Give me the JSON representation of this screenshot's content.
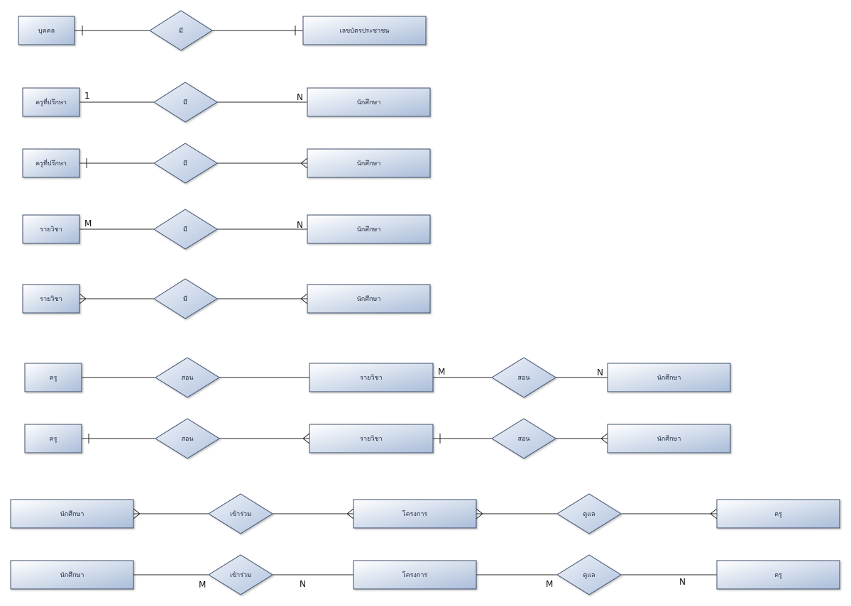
{
  "diagram": {
    "rows": [
      {
        "entities": [
          "บุคคล",
          "เลขบัตรประชาชน"
        ],
        "relationships": [
          "มี"
        ],
        "cardinalities": [
          "",
          ""
        ]
      },
      {
        "entities": [
          "ครูที่ปรึกษา",
          "นักศึกษา"
        ],
        "relationships": [
          "มี"
        ],
        "cardinalities": [
          "1",
          "N"
        ]
      },
      {
        "entities": [
          "ครูที่ปรึกษา",
          "นักศึกษา"
        ],
        "relationships": [
          "มี"
        ],
        "cardinalities": [
          "",
          ""
        ]
      },
      {
        "entities": [
          "รายวิชา",
          "นักศึกษา"
        ],
        "relationships": [
          "มี"
        ],
        "cardinalities": [
          "M",
          "N"
        ]
      },
      {
        "entities": [
          "รายวิชา",
          "นักศึกษา"
        ],
        "relationships": [
          "มี"
        ],
        "cardinalities": [
          "",
          ""
        ]
      },
      {
        "entities": [
          "ครู",
          "รายวิชา",
          "นักศึกษา"
        ],
        "relationships": [
          "สอน",
          "สอน"
        ],
        "cardinalities": [
          "M",
          "N"
        ]
      },
      {
        "entities": [
          "ครู",
          "รายวิชา",
          "นักศึกษา"
        ],
        "relationships": [
          "สอน",
          "สอน"
        ],
        "cardinalities": [
          "",
          ""
        ]
      },
      {
        "entities": [
          "นักศึกษา",
          "โครงการ",
          "ครู"
        ],
        "relationships": [
          "เข้าร่วม",
          "ดูแล"
        ],
        "cardinalities": [
          "",
          ""
        ]
      },
      {
        "entities": [
          "นักศึกษา",
          "โครงการ",
          "ครู"
        ],
        "relationships": [
          "เข้าร่วม",
          "ดูแล"
        ],
        "cardinalities": [
          "M",
          "N",
          "M",
          "N"
        ]
      }
    ]
  },
  "colors": {
    "entity_fill_start": "#ffffff",
    "entity_fill_end": "#a9bcd9",
    "entity_stroke": "#3d4f6b",
    "diamond_fill_start": "#eef2f9",
    "diamond_fill_end": "#b2c3de",
    "line": "#222222"
  }
}
